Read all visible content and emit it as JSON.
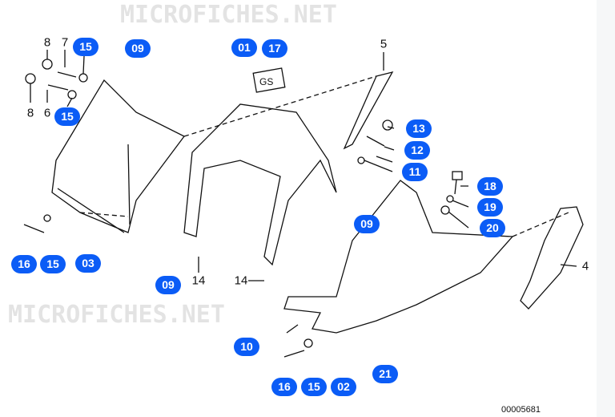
{
  "watermark": "MICROFICHES.NET",
  "diagram_code": "00005681",
  "accent_color": "#0b5cf6",
  "badges": [
    "15",
    "09",
    "01",
    "17",
    "15",
    "13",
    "12",
    "11",
    "18",
    "19",
    "20",
    "09",
    "16",
    "15",
    "03",
    "09",
    "10",
    "21",
    "16",
    "15",
    "02"
  ],
  "labels": [
    "8",
    "7",
    "8",
    "6",
    "5",
    "4",
    "14",
    "14"
  ],
  "logo_text": "GS"
}
